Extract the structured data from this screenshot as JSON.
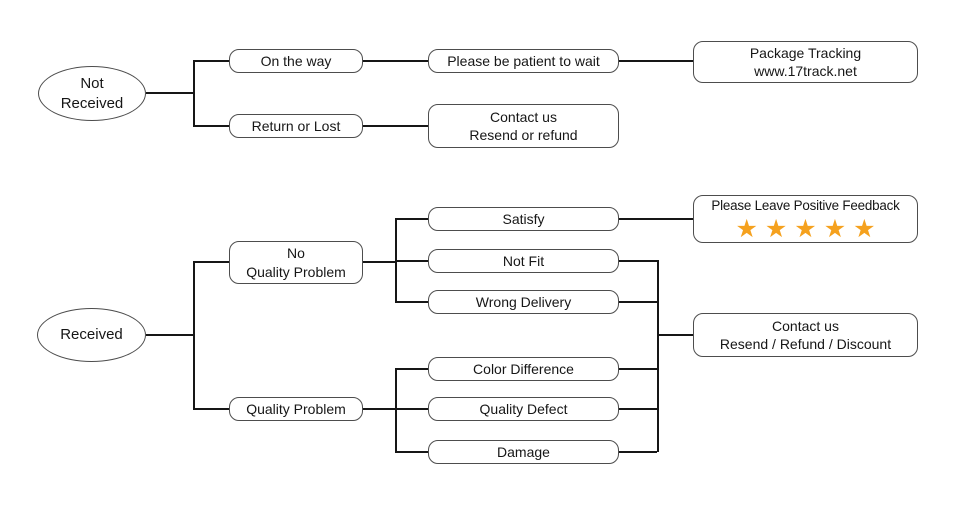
{
  "colors": {
    "background": "#ffffff",
    "box_border": "#4d4d4d",
    "connector_line": "#161616",
    "text": "#161616",
    "star": "#F5A11E"
  },
  "not_received_flow": {
    "root": {
      "line1": "Not",
      "line2": "Received"
    },
    "on_the_way": "On the way",
    "please_be_patient": "Please be patient to wait",
    "package_tracking": {
      "line1": "Package Tracking",
      "line2": "www.17track.net"
    },
    "return_or_lost": "Return or Lost",
    "contact_us": {
      "line1": "Contact us",
      "line2": "Resend or refund"
    }
  },
  "received_flow": {
    "root": "Received",
    "no_quality_problem": {
      "line1": "No",
      "line2": "Quality Problem"
    },
    "satisfy": "Satisfy",
    "not_fit": "Not Fit",
    "wrong_delivery": "Wrong Delivery",
    "positive_feedback": {
      "label": "Please Leave Positive Feedback",
      "star_count": 5,
      "star_glyph": "★"
    },
    "quality_problem": "Quality Problem",
    "color_difference": "Color Difference",
    "quality_defect": "Quality Defect",
    "damage": "Damage",
    "contact_us": {
      "line1": "Contact us",
      "line2": "Resend / Refund / Discount"
    }
  }
}
